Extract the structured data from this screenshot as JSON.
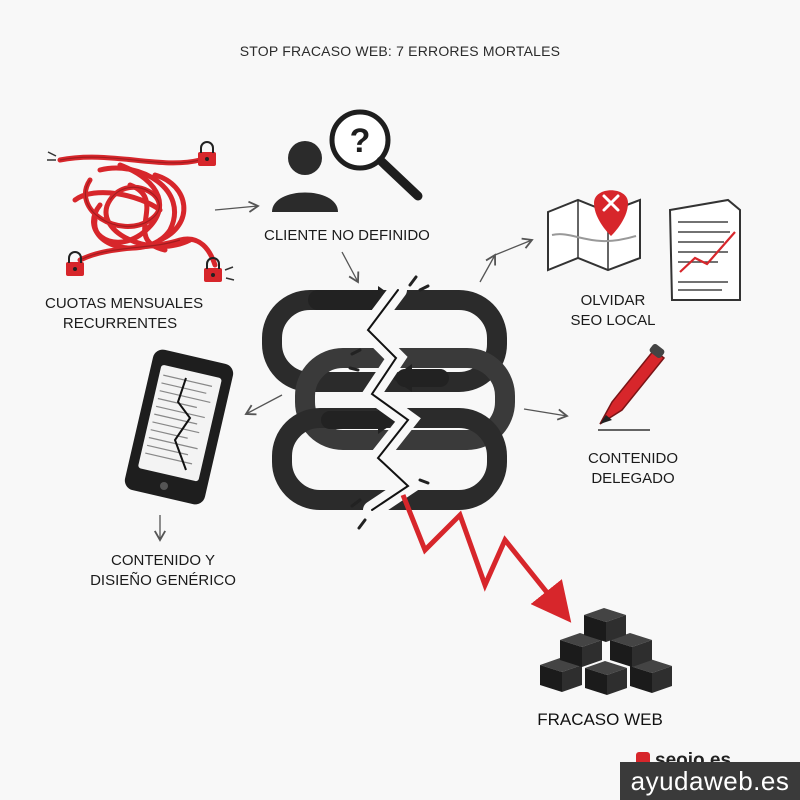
{
  "title": "STOP FRACASO WEB: 7 ERRORES MORTALES",
  "nodes": {
    "cuotas": [
      "CUOTAS MENSUALES",
      "RECURRENTES"
    ],
    "cliente": [
      "CLIENTE NO DEFINIDO"
    ],
    "seo": [
      "OLVIDAR",
      "SEO LOCAL"
    ],
    "contenido_delegado": [
      "CONTENIDO",
      "DELEGADO"
    ],
    "contenido_generico": [
      "CONTENIDO Y",
      "DISIEÑO GENÉRICO"
    ],
    "fracaso": [
      "FRACASO WEB"
    ]
  },
  "brand": "seoio.es",
  "watermark": "ayudaweb.es",
  "colors": {
    "accent": "#d7262b",
    "dark": "#2b2b2b",
    "background": "#f8f8f8"
  },
  "icons": [
    "tangled-rope-padlocks-icon",
    "person-question-magnifier-icon",
    "map-pin-x-icon",
    "report-chart-icon",
    "pen-icon",
    "cracked-phone-icon",
    "broken-chain-icon",
    "red-zigzag-arrow-icon",
    "black-cubes-icon"
  ]
}
